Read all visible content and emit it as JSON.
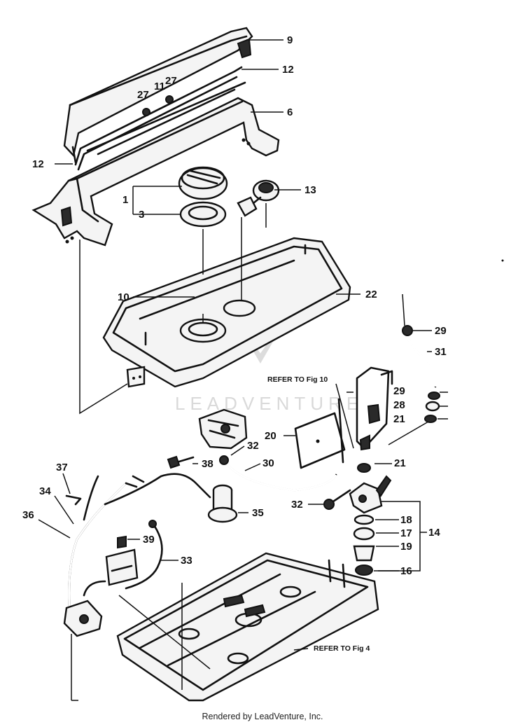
{
  "callouts": {
    "c1": "1",
    "c3": "3",
    "c6": "6",
    "c9": "9",
    "c10a": "10",
    "c11": "11",
    "c12a": "12",
    "c12b": "12",
    "c13": "13",
    "c14": "14",
    "c16": "16",
    "c17": "17",
    "c18": "18",
    "c19": "19",
    "c20": "20",
    "c21a": "21",
    "c21b": "21",
    "c22": "22",
    "c27a": "27",
    "c27b": "27",
    "c28": "28",
    "c29a": "29",
    "c29b": "29",
    "c30": "30",
    "c31": "31",
    "c32a": "32",
    "c32b": "32",
    "c33": "33",
    "c34": "34",
    "c35": "35",
    "c36": "36",
    "c37": "37",
    "c38": "38",
    "c39": "39"
  },
  "notes": {
    "refer_fig10": "REFER TO Fig 10",
    "refer_fig4": "REFER TO Fig 4"
  },
  "watermark": "LEADVENTURE",
  "footer": "Rendered by LeadVenture, Inc."
}
